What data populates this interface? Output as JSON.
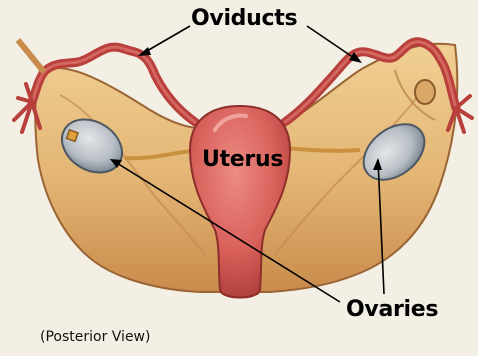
{
  "labels": {
    "oviducts": "Oviducts",
    "uterus": "Uterus",
    "ovaries": "Ovaries",
    "caption": "(Posterior View)"
  },
  "colors": {
    "background": "#f3efe4",
    "ligament": "#e3b574",
    "ligament_shadow": "#b97a3e",
    "tube": "#d4514c",
    "tube_dark": "#9e2e2c",
    "uterus": "#d85f5a",
    "uterus_dark": "#a93a37",
    "ovary": "#b7bdc4",
    "ovary_dark": "#6f7a86",
    "leader": "#000000"
  }
}
